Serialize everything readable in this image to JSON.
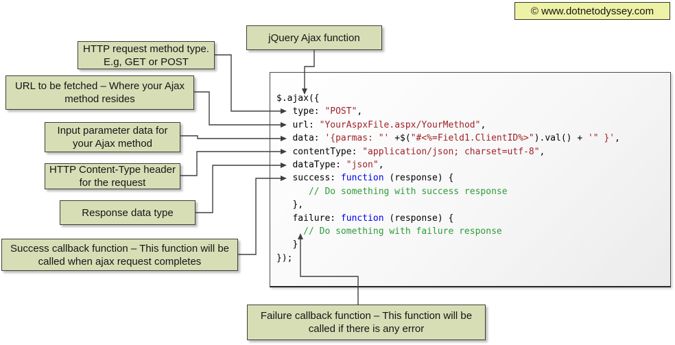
{
  "watermark": {
    "text": "© www.dotnetodyssey.com"
  },
  "title_box": {
    "label": "jQuery Ajax function"
  },
  "callouts": [
    {
      "text": "HTTP request method type. E.g, GET or POST",
      "target": "type"
    },
    {
      "text": "URL to be fetched – Where your Ajax method resides",
      "target": "url"
    },
    {
      "text": "Input parameter data for your Ajax method",
      "target": "data"
    },
    {
      "text": "HTTP Content-Type header for the request",
      "target": "contentType"
    },
    {
      "text": "Response data type",
      "target": "dataType"
    },
    {
      "text": "Success callback function – This function will be called when ajax request completes",
      "target": "success"
    },
    {
      "text": "Failure callback function – This function will be called if there is any error",
      "target": "failure"
    }
  ],
  "code": {
    "language": "javascript",
    "lines": [
      [
        {
          "t": "$.ajax({",
          "c": "plain"
        }
      ],
      [
        {
          "t": "   type: ",
          "c": "plain"
        },
        {
          "t": "\"POST\"",
          "c": "str"
        },
        {
          "t": ",",
          "c": "plain"
        }
      ],
      [
        {
          "t": "   url: ",
          "c": "plain"
        },
        {
          "t": "\"YourAspxFile.aspx/YourMethod\"",
          "c": "str"
        },
        {
          "t": ",",
          "c": "plain"
        }
      ],
      [
        {
          "t": "   data: ",
          "c": "plain"
        },
        {
          "t": "'{parmas: \"'",
          "c": "str"
        },
        {
          "t": " +$(",
          "c": "plain"
        },
        {
          "t": "\"#<%=Field1.ClientID%>\"",
          "c": "str"
        },
        {
          "t": ").val() + ",
          "c": "plain"
        },
        {
          "t": "'\" }'",
          "c": "str"
        },
        {
          "t": ",",
          "c": "plain"
        }
      ],
      [
        {
          "t": "   contentType: ",
          "c": "plain"
        },
        {
          "t": "\"application/json; charset=utf-8\"",
          "c": "str"
        },
        {
          "t": ",",
          "c": "plain"
        }
      ],
      [
        {
          "t": "   dataType: ",
          "c": "plain"
        },
        {
          "t": "\"json\"",
          "c": "str"
        },
        {
          "t": ",",
          "c": "plain"
        }
      ],
      [
        {
          "t": "   success: ",
          "c": "plain"
        },
        {
          "t": "function",
          "c": "kw"
        },
        {
          "t": " (response) {",
          "c": "plain"
        }
      ],
      [
        {
          "t": "      // Do something with success response",
          "c": "com"
        }
      ],
      [
        {
          "t": "   },",
          "c": "plain"
        }
      ],
      [
        {
          "t": "   failure: ",
          "c": "plain"
        },
        {
          "t": "function",
          "c": "kw"
        },
        {
          "t": " (response) {",
          "c": "plain"
        }
      ],
      [
        {
          "t": "     // Do something with failure response",
          "c": "com"
        }
      ],
      [
        {
          "t": "   }",
          "c": "plain"
        }
      ],
      [
        {
          "t": "});",
          "c": "plain"
        }
      ]
    ]
  },
  "colors": {
    "callout_bg": "#d7deb6",
    "box_border": "#3d3d33",
    "watermark_bg": "#eef2a6",
    "code_plain": "#000000",
    "code_string": "#9e2128",
    "code_keyword": "#0000ee",
    "code_comment": "#2e9b37",
    "connector": "#3f3f3f"
  }
}
